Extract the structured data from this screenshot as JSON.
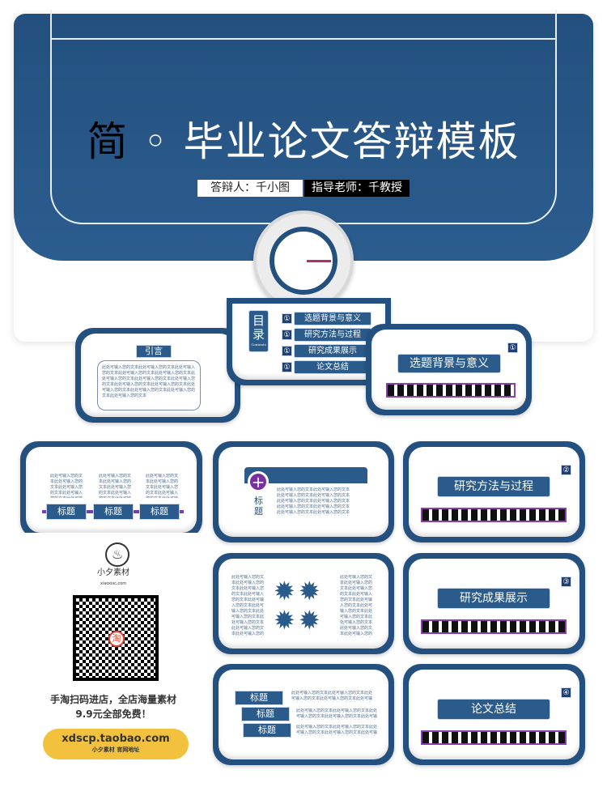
{
  "hero": {
    "title_first": "简",
    "title_sep": "◦",
    "title_rest": "毕业论文答辩模板",
    "presenter": "答辩人：千小图",
    "advisor": "指导老师：千教授"
  },
  "toc": {
    "title": "目录",
    "subtitle": "Contents",
    "items": [
      {
        "num": "①",
        "label": "选题背景与意义"
      },
      {
        "num": "①",
        "label": "研究方法与过程"
      },
      {
        "num": "①",
        "label": "研究成果展示"
      },
      {
        "num": "①",
        "label": "论文总结"
      }
    ]
  },
  "intro": {
    "title": "引言"
  },
  "filler": "此处可输入您的文本此处可输入您的文本此处可输入您的文本此处可输入您的文本此处可输入您的文本此处可输入您的文本此处可输入您的文本此处可输入您的文本此处可输入您的文本此处可输入您的文本此处可输入您的文本此处可输入您的文本此处可输入您的文本此处可输入您的文本",
  "sections": [
    {
      "num": "①",
      "label": "选题背景与意义"
    },
    {
      "num": "②",
      "label": "研究方法与过程"
    },
    {
      "num": "③",
      "label": "研究成果展示"
    },
    {
      "num": "④",
      "label": "论文总结"
    }
  ],
  "heading": "标题",
  "plus": "+",
  "promo": {
    "brand": "小夕素材",
    "domain": "xiaoxisc.com",
    "qr_badge": "淘",
    "line1": "手淘扫码进店，全店海量素材",
    "line2": "9.9元全部免费！",
    "url": "xdscp.taobao.com",
    "url_sub": "小夕素材 官网地址"
  }
}
